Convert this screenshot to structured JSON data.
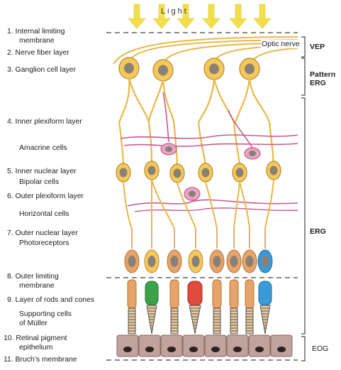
{
  "header": {
    "light": "Light"
  },
  "optic_nerve": "Optic nerve",
  "layers": [
    {
      "text": "1. Internal limiting",
      "cont": "membrane"
    },
    {
      "text": "2. Nerve fiber layer"
    },
    {
      "text": "3. Ganglion cell layer"
    },
    {
      "text": "4. Inner plexiform layer"
    },
    {
      "text": "Amacrine cells"
    },
    {
      "text": "5. Inner nuclear layer"
    },
    {
      "text": "Bipolar cells"
    },
    {
      "text": "6. Outer plexiform layer"
    },
    {
      "text": "Horizontal cells"
    },
    {
      "text": "7. Outer nuclear layer"
    },
    {
      "text": "Photoreceptors"
    },
    {
      "text": "8. Outer limiting",
      "cont": "membrane"
    },
    {
      "text": "9. Layer of rods and cones"
    },
    {
      "text": "Supporting cells",
      "cont": "of Müller"
    },
    {
      "text": "10. Retinal pigment",
      "cont": "epithelium"
    },
    {
      "text": "11. Bruch’s membrane"
    }
  ],
  "recordings": [
    {
      "label": "VEP"
    },
    {
      "label": "Pattern",
      "cont": "ERG"
    },
    {
      "label": "ERG"
    },
    {
      "label": "EOG"
    }
  ],
  "colors": {
    "neuron_fill": "#f4c95a",
    "neuron_stroke": "#b8862a",
    "nucleus": "#8a8076",
    "amacrine": "#e7a6c4",
    "rod": "#e6a36a",
    "cone_green": "#3aa24a",
    "cone_red": "#e04a3c",
    "cone_blue": "#3a9ad8",
    "rpe": "#c0a39c",
    "arrow": "#f2e04a",
    "membrane_line": "#888888"
  }
}
